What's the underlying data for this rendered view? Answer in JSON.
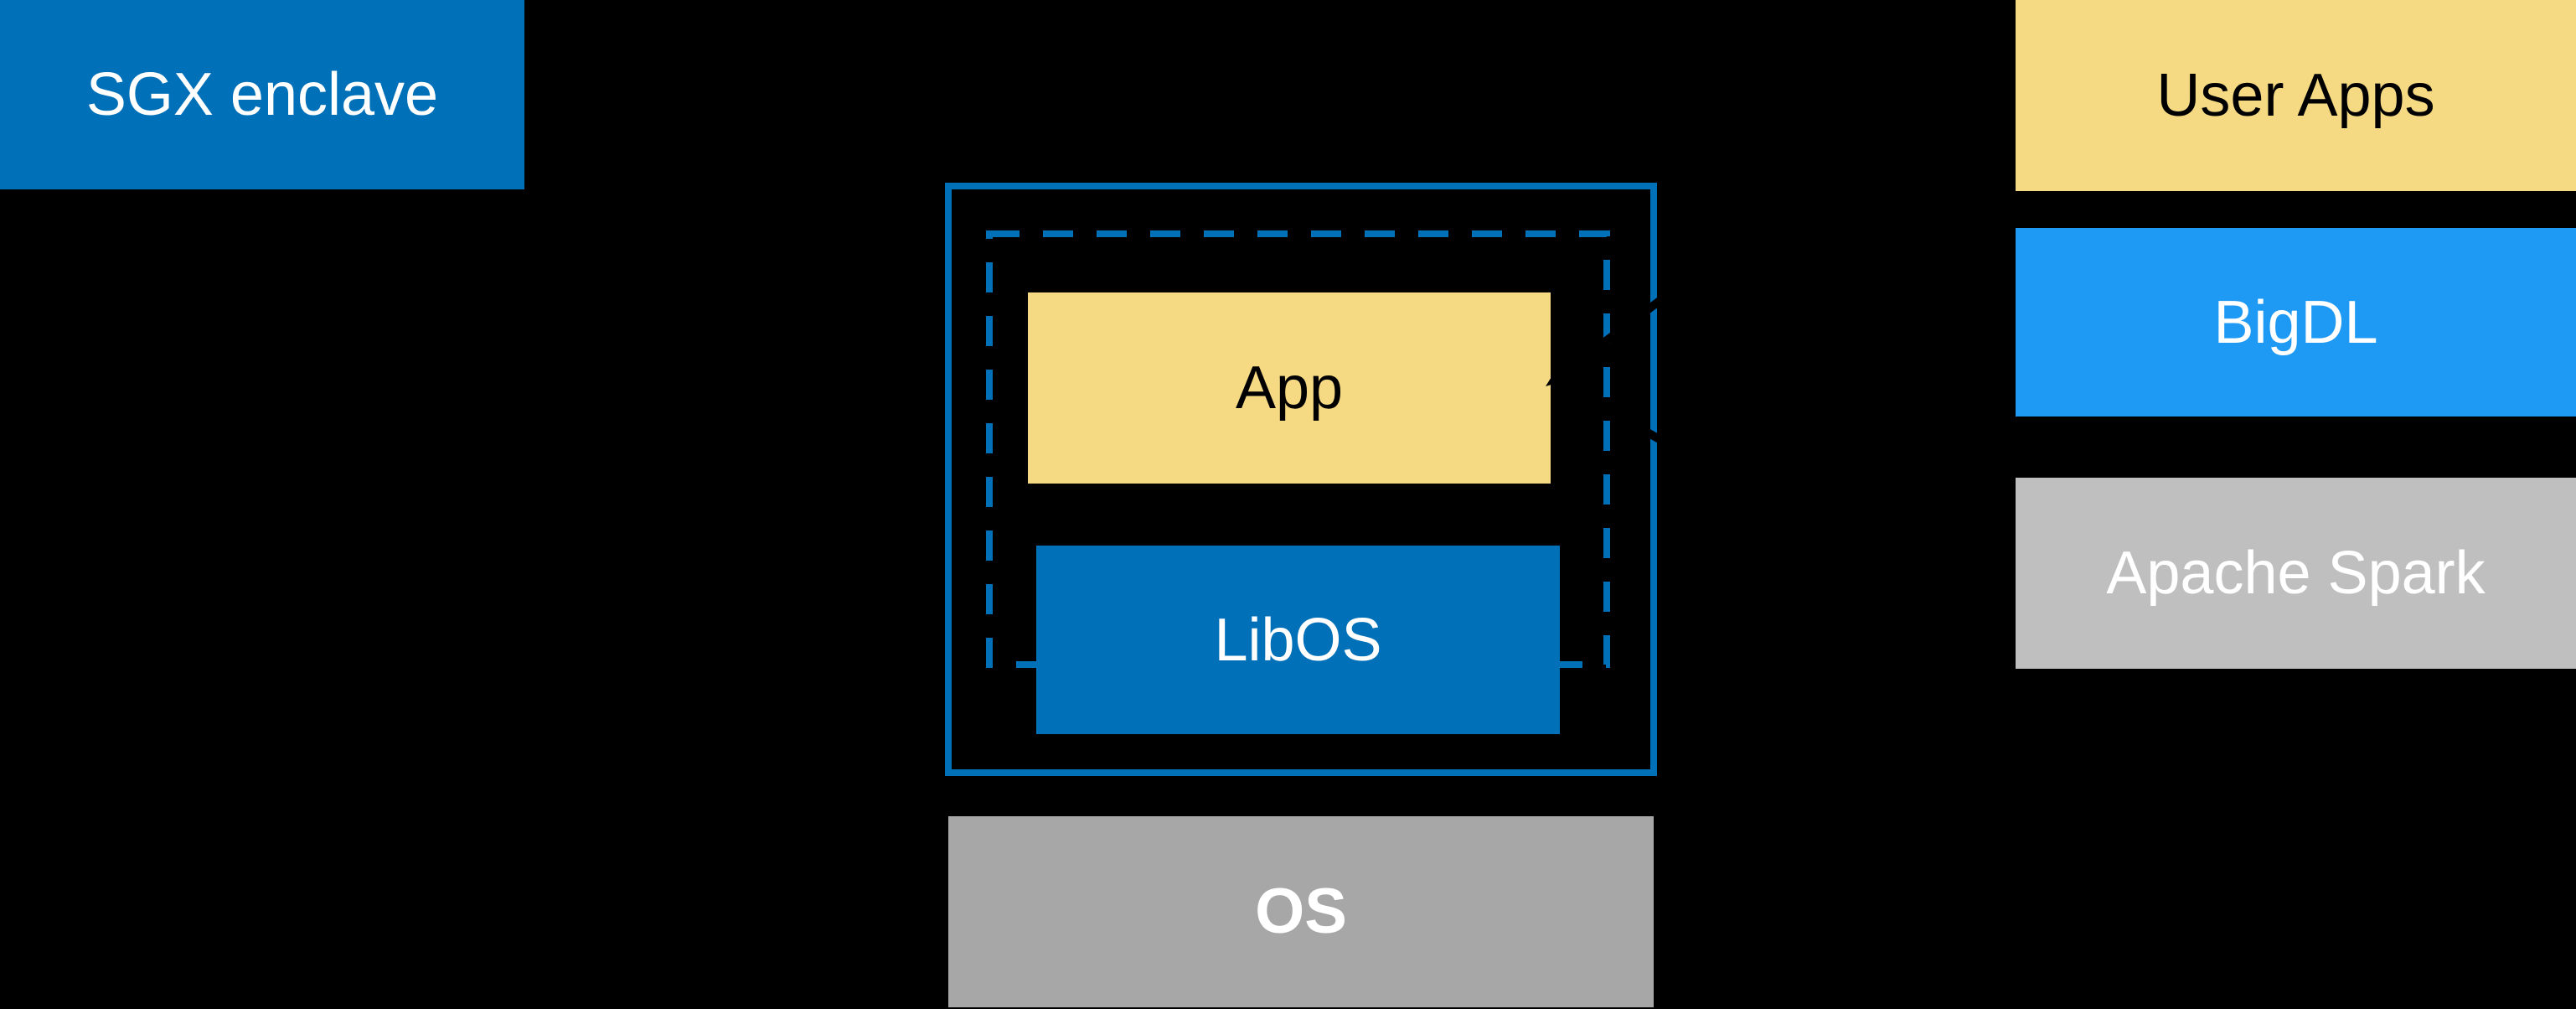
{
  "colors": {
    "background": "#000000",
    "intel-blue": "#0070B8",
    "bright-blue": "#1E9AF5",
    "soft-yellow": "#F5D983",
    "light-gray": "#BFBFBF",
    "medium-gray": "#A7A7A7",
    "callout-black": "#000000",
    "text-dark": "#000000",
    "text-light": "#FFFFFF"
  },
  "diagram": {
    "sgx_label": "SGX enclave",
    "enclave": {
      "app_label": "App",
      "libos_label": "LibOS"
    },
    "os_label": "OS",
    "stack": {
      "user_apps_label": "User Apps",
      "bigdl_label": "BigDL",
      "spark_label": "Apache Spark"
    }
  }
}
